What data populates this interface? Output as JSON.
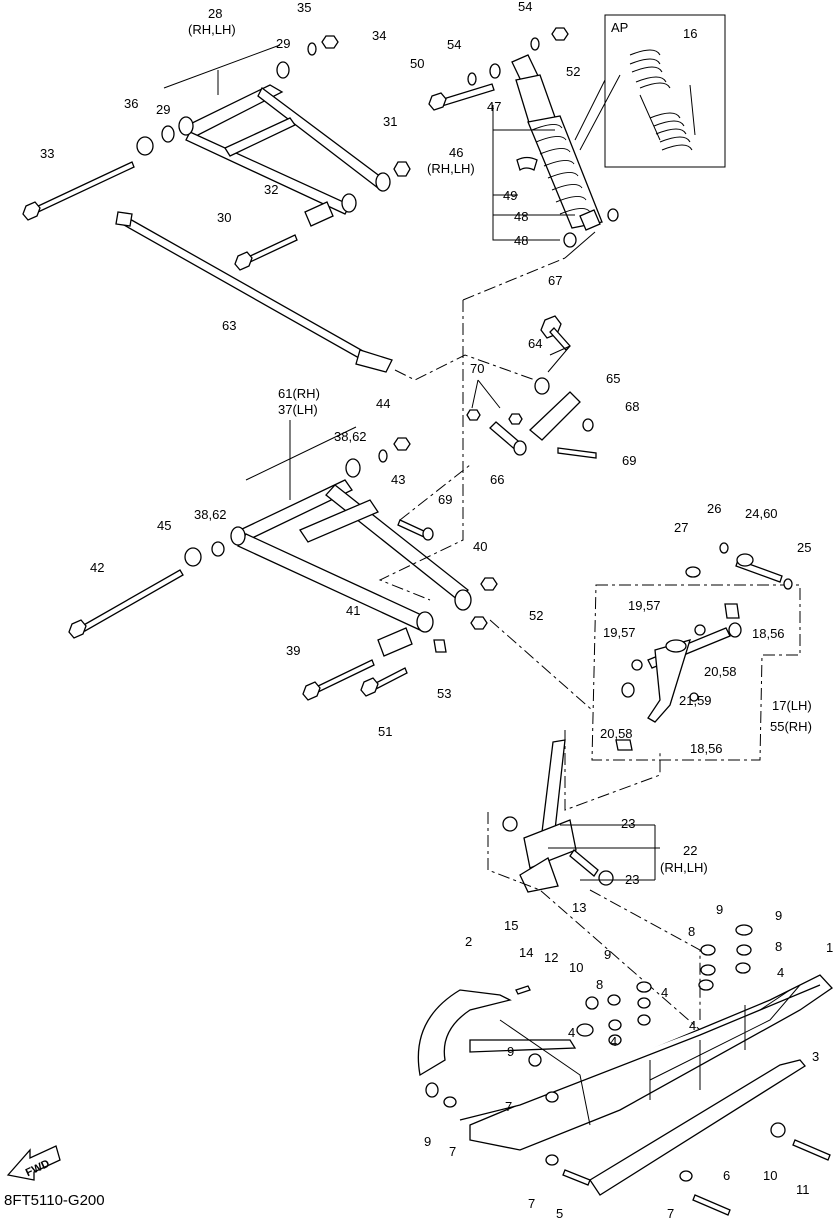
{
  "diagram": {
    "code": "8FT5110-G200",
    "fwd": "FWD",
    "ap_box": "AP",
    "labels": [
      "28",
      "(RH,LH)",
      "35",
      "34",
      "29",
      "29",
      "36",
      "31",
      "33",
      "32",
      "30",
      "63",
      "54",
      "54",
      "50",
      "52",
      "16",
      "47",
      "46",
      "(RH,LH)",
      "49",
      "48",
      "48",
      "67",
      "64",
      "65",
      "68",
      "70",
      "66",
      "69",
      "61(RH)",
      "37(LH)",
      "44",
      "38,62",
      "43",
      "38,62",
      "45",
      "42",
      "69",
      "40",
      "52",
      "41",
      "39",
      "53",
      "51",
      "27",
      "26",
      "24,60",
      "25",
      "19,57",
      "19,57",
      "18,56",
      "20,58",
      "17(LH)",
      "55(RH)",
      "21,59",
      "20,58",
      "18,56",
      "23",
      "22",
      "(RH,LH)",
      "23",
      "13",
      "15",
      "9",
      "9",
      "8",
      "8",
      "4",
      "4",
      "2",
      "14",
      "12",
      "10",
      "9",
      "8",
      "4",
      "4",
      "4",
      "9",
      "7",
      "1",
      "3",
      "9",
      "7",
      "10",
      "11",
      "7",
      "5",
      "6",
      "7"
    ]
  }
}
